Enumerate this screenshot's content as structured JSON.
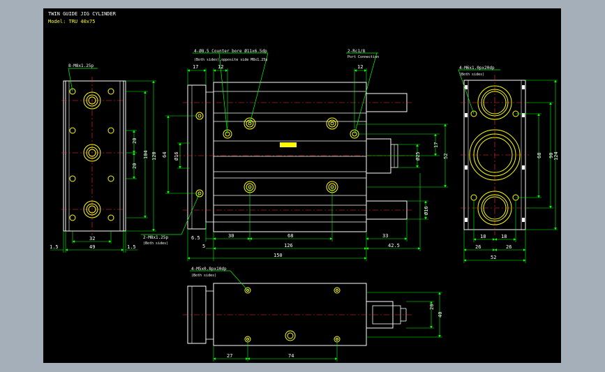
{
  "title": {
    "line1": "TWIN GUIDE JIG CYLINDER",
    "line2": "Model: TRU 40x75"
  },
  "colors": {
    "background_outer": "#a5afb9",
    "viewport": "#000000",
    "outline": "#ffffff",
    "dimension": "#00ff00",
    "centerline": "#ff3030",
    "feature": "#ffff00",
    "leader": "#00ff00"
  },
  "views": {
    "left": {
      "callout": "8-M8x1.25p",
      "dims": {
        "w_total": "49",
        "w_inner": "32",
        "edge_l": "1.5",
        "edge_r": "1.5",
        "h20a": "20",
        "h20b": "20",
        "h104": "104",
        "h120": "120"
      }
    },
    "front": {
      "callout_top_left_1": "4-Ø8.5 Counter bore Ø11x6.5dp",
      "callout_top_left_2": "(Both sides),opposite side M8x1.25p",
      "callout_top_right_1": "2-Rc1/8",
      "callout_top_right_2": "Port Connection",
      "callout_bottom_1": "2-M8x1.25p",
      "callout_bottom_2": "(Both sides)",
      "dims": {
        "d17": "17",
        "d12a": "12",
        "d12b": "12",
        "d64": "64",
        "d16a": "Ø16",
        "d25": "Ø25",
        "d17r": "17",
        "d52": "52",
        "d16b": "Ø16",
        "d65": "6.5",
        "d30": "30",
        "d68": "68",
        "d33": "33",
        "d5": "5",
        "d126": "126",
        "d425": "42.5",
        "d150": "150"
      }
    },
    "right": {
      "callout_1": "4-M6x1.0px20dp",
      "callout_2": "(Both sides)",
      "dims": {
        "d124": "124",
        "d90": "90",
        "d68": "68",
        "d18a": "18",
        "d18b": "18",
        "d26a": "26",
        "d26b": "26",
        "d52": "52"
      }
    },
    "bottom": {
      "callout_1": "4-M5x0.8px10dp",
      "callout_2": "(Both sides)",
      "dims": {
        "d20": "20",
        "d40": "40",
        "d27": "27",
        "d74": "74"
      }
    }
  }
}
